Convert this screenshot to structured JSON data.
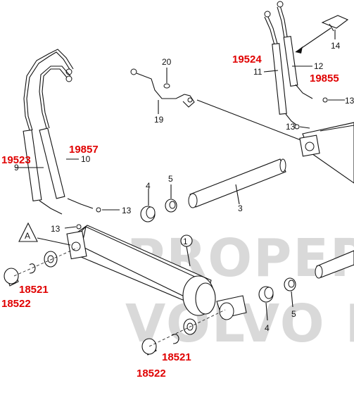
{
  "colors": {
    "accent_red": "#e00000",
    "line": "#111111",
    "watermark": "#d9d9d9"
  },
  "watermark": {
    "line1": "PROPERTY OF",
    "line2": "VOLVO PENTA"
  },
  "parts": {
    "p1": "1",
    "p3": "3",
    "p4a": "4",
    "p4b": "4",
    "p5a": "5",
    "p5b": "5",
    "p9": "9",
    "p10": "10",
    "p11": "11",
    "p12": "12",
    "p13a": "13",
    "p13b": "13",
    "p13c": "13",
    "p13d": "13",
    "p14": "14",
    "p19": "19",
    "p20": "20",
    "pA": "A"
  },
  "part_numbers": {
    "n19524": "19524",
    "n19855": "19855",
    "n19857": "19857",
    "n19523": "19523",
    "n18521a": "18521",
    "n18522a": "18522",
    "n18521b": "18521",
    "n18522b": "18522"
  }
}
